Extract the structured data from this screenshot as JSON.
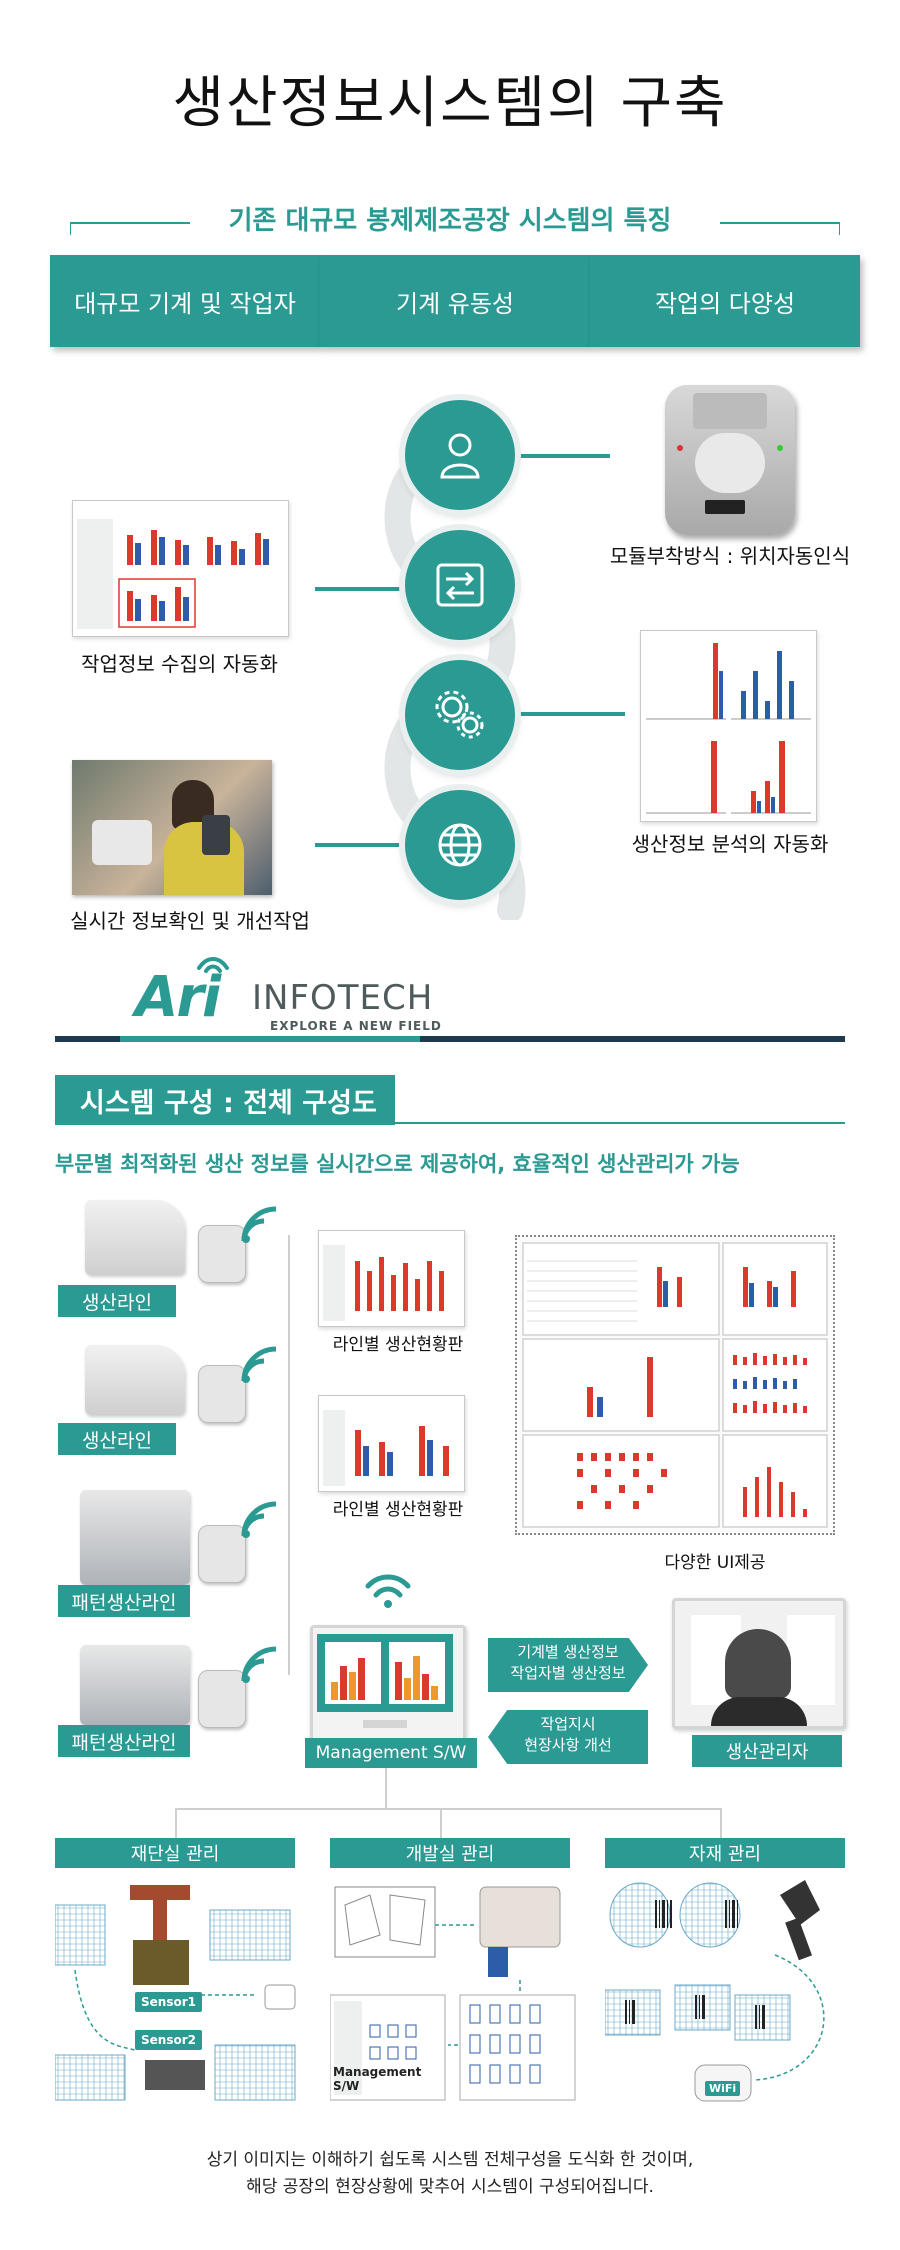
{
  "header": {
    "title": "생산정보시스템의  구축",
    "subtitle": "기존 대규모 봉제제조공장 시스템의 특징"
  },
  "features": [
    "대규모 기계 및 작업자",
    "기계 유동성",
    "작업의 다양성"
  ],
  "upper_diagram": {
    "captions": {
      "module": "모듈부착방식 : 위치자동인식",
      "collect": "작업정보 수집의 자동화",
      "analysis": "생산정보 분석의 자동화",
      "realtime": "실시간 정보확인 및 개선작업"
    },
    "icons": [
      "user-icon",
      "exchange-icon",
      "gears-icon",
      "globe-icon"
    ]
  },
  "logo": {
    "brand": "Ari",
    "name": "INFOTECH",
    "slogan": "EXPLORE A NEW FIELD"
  },
  "section": {
    "title": "시스템 구성 : 전체 구성도",
    "description": "부문별 최적화된 생산 정보를 실시간으로 제공하여, 효율적인 생산관리가 가능"
  },
  "lines": [
    "생산라인",
    "생산라인",
    "패턴생산라인",
    "패턴생산라인"
  ],
  "monitors": [
    "라인별 생산현황판",
    "라인별 생산현황판"
  ],
  "ui_caption": "다양한 UI제공",
  "management": {
    "label": "Management S/W",
    "manager": "생산관리자",
    "to_manager": [
      "기계별 생산정보",
      "작업자별 생산정보"
    ],
    "to_software": [
      "작업지시",
      "현장사항 개선"
    ]
  },
  "departments": [
    "재단실 관리",
    "개발실 관리",
    "자재 관리"
  ],
  "sensors": [
    "Sensor1",
    "Sensor2"
  ],
  "mgmt_small": [
    "Management",
    "S/W"
  ],
  "wifi_label": "WiFi",
  "notes": [
    "상기 이미지는 이해하기 쉽도록 시스템 전체구성을 도식화 한 것이며,",
    "해당 공장의 현장상황에 맞추어 시스템이 구성되어집니다."
  ],
  "colors": {
    "accent": "#2a9a93",
    "accent_dark": "#1f3a4d",
    "bar_red": "#d93a2b",
    "bar_blue": "#2d5ca8",
    "bar_orange": "#f0962a"
  }
}
